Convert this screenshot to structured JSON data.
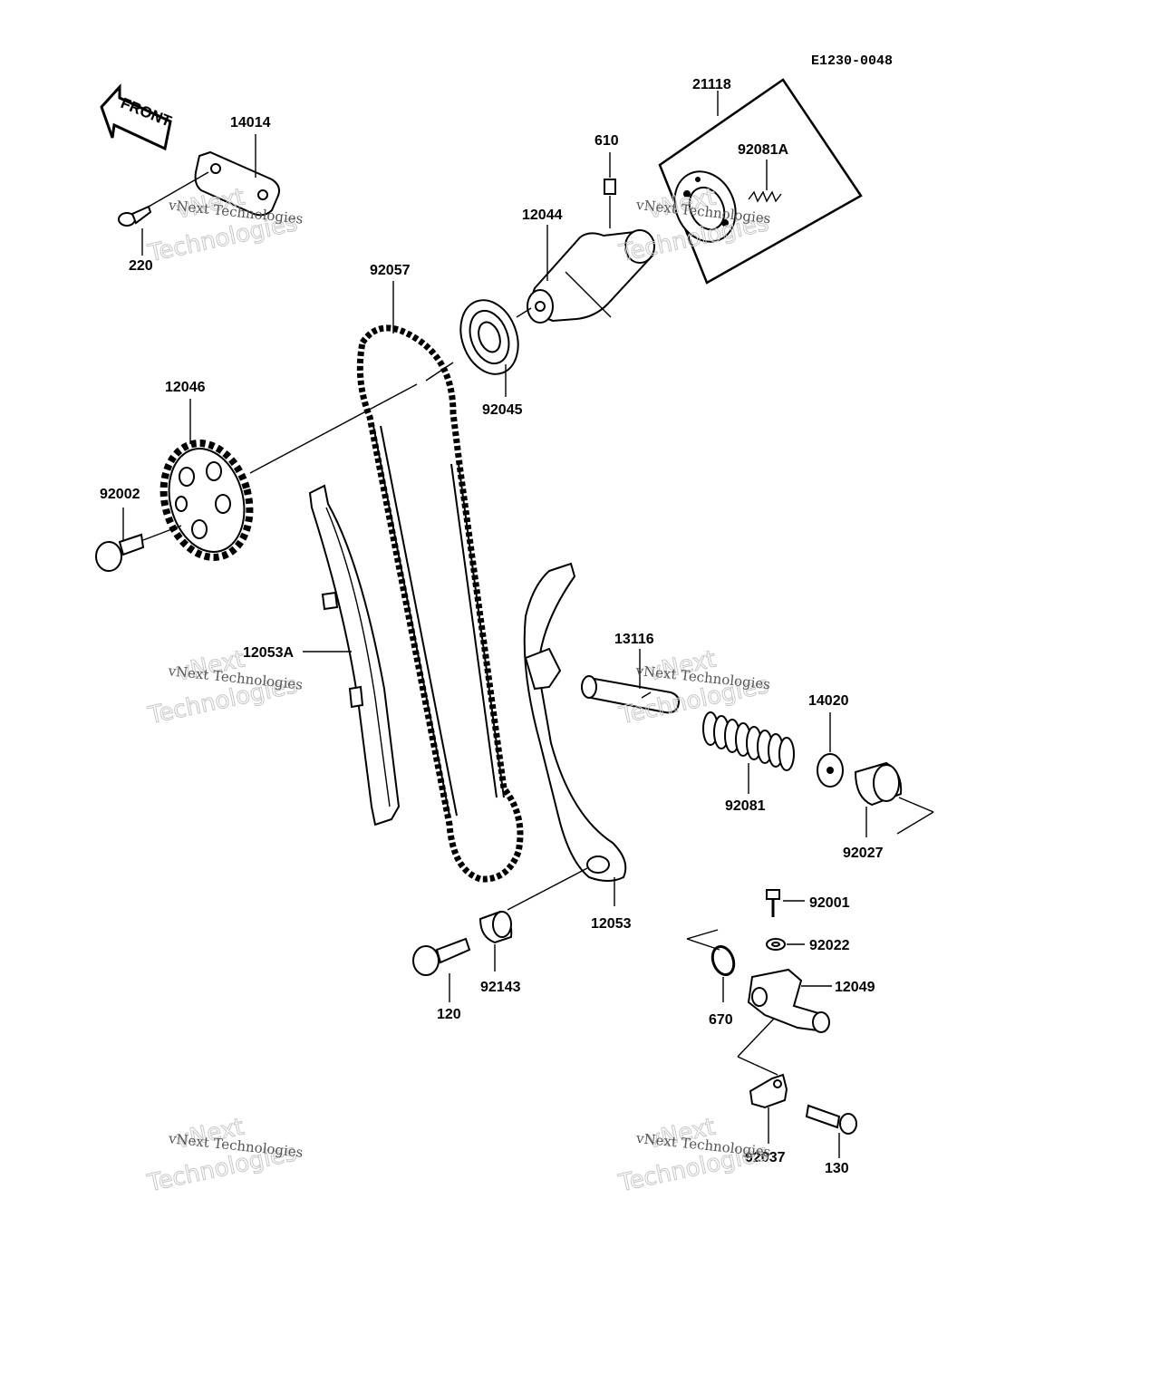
{
  "diagram_code": "E1230-0048",
  "front_arrow_text": "FRONT",
  "watermark": {
    "big_line1": "vNext",
    "big_line2": "Technologies",
    "small": "vNext Technologies"
  },
  "parts": {
    "p14014": "14014",
    "p220": "220",
    "p21118": "21118",
    "p610": "610",
    "p92081A": "92081A",
    "p12044": "12044",
    "p92057": "92057",
    "p92045": "92045",
    "p12046": "12046",
    "p92002": "92002",
    "p12053A": "12053A",
    "p13116": "13116",
    "p14020": "14020",
    "p92081": "92081",
    "p92027": "92027",
    "p12053": "12053",
    "p92001": "92001",
    "p92022": "92022",
    "p12049": "12049",
    "p670": "670",
    "p92143": "92143",
    "p120": "120",
    "p92037": "92037",
    "p130": "130"
  }
}
